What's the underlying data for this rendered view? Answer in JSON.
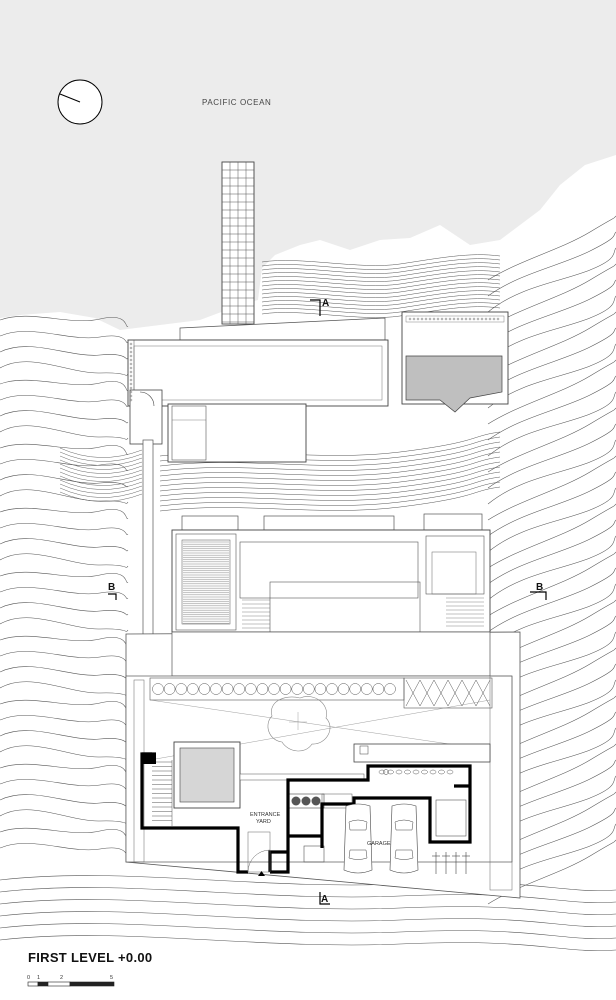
{
  "labels": {
    "ocean": "PACIFIC OCEAN",
    "entrance_line1": "ENTRANCE",
    "entrance_line2": "YARD",
    "garage": "GARAGE"
  },
  "section_marks": {
    "a_top": "A",
    "a_bottom": "A",
    "b_left": "B",
    "b_right": "B"
  },
  "title": "FIRST LEVEL +0.00",
  "scale_bar": {
    "ticks": [
      "0",
      "1",
      "2",
      "5"
    ]
  },
  "colors": {
    "ocean": "#ececec",
    "pool": "#bfbfbf",
    "wall": "#000000",
    "contour": "#555555"
  }
}
